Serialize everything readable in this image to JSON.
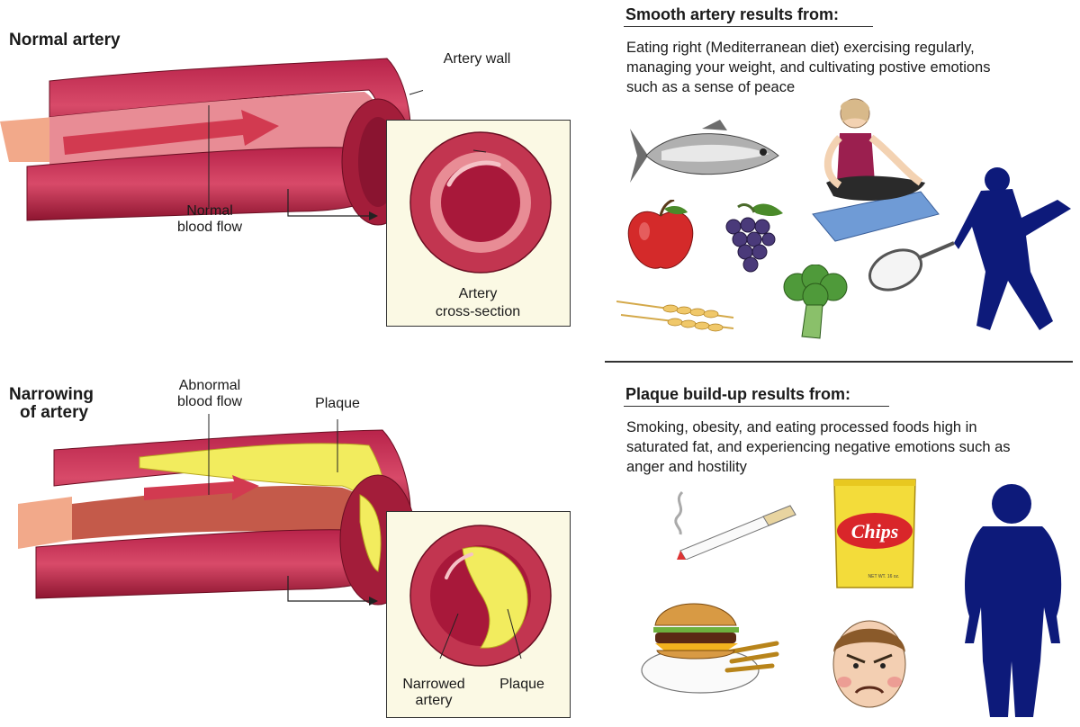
{
  "left": {
    "normal": {
      "title": "Normal artery",
      "artery_wall": "Artery wall",
      "flow_line1": "Normal",
      "flow_line2": "blood flow",
      "cross_line1": "Artery",
      "cross_line2": "cross-section"
    },
    "narrowing": {
      "title_line1": "Narrowing",
      "title_line2": "of artery",
      "abnormal_line1": "Abnormal",
      "abnormal_line2": "blood flow",
      "plaque": "Plaque",
      "narrowed_line1": "Narrowed",
      "narrowed_line2": "artery",
      "plaque_cross": "Plaque"
    }
  },
  "right": {
    "smooth": {
      "title": "Smooth artery results from:",
      "desc": [
        "Eating right (Mediterranean diet) exercising regularly,",
        "managing your weight, and cultivating postive emotions",
        "such as a sense of peace"
      ],
      "icons": [
        "fish-icon",
        "meditation-icon",
        "tennis-player-icon",
        "apple-icon",
        "grapes-icon",
        "wheat-icon",
        "broccoli-icon",
        "tennis-racket-icon"
      ]
    },
    "plaque": {
      "title": "Plaque build-up results from:",
      "desc": [
        "Smoking, obesity, and eating processed foods high in",
        "saturated fat, and experiencing negative emotions such as",
        "anger and hostility"
      ],
      "chips_text": "Chips",
      "chips_small": "NET WT. 16 oz.",
      "icons": [
        "cigarette-icon",
        "chips-bag-icon",
        "obese-person-icon",
        "burger-fries-icon",
        "angry-face-icon"
      ]
    }
  },
  "colors": {
    "artery_outer": "#a31d3a",
    "artery_inner": "#d24c6a",
    "lumen": "#e9a3a8",
    "plaque": "#f2ec5e",
    "silhouette": "#0d1a7a",
    "panel_bg": "#fbf9e4"
  }
}
